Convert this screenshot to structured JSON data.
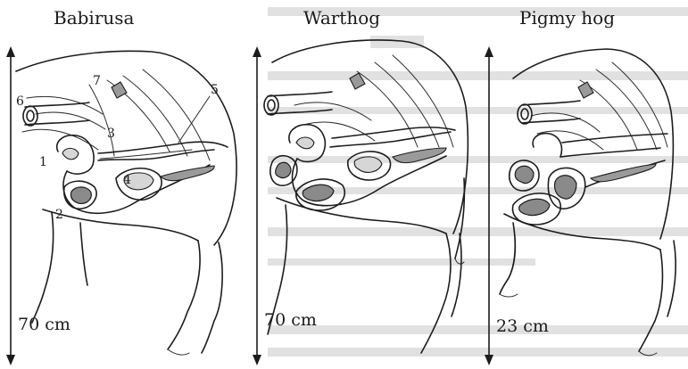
{
  "panels": [
    {
      "title": "Babirusa",
      "scale_label": "70 cm"
    },
    {
      "title": "Warthog",
      "scale_label": "70 cm"
    },
    {
      "title": "Pigmy hog",
      "scale_label": "23 cm"
    }
  ],
  "part_labels": [
    "1",
    "2",
    "3",
    "4",
    "5",
    "6",
    "7"
  ]
}
